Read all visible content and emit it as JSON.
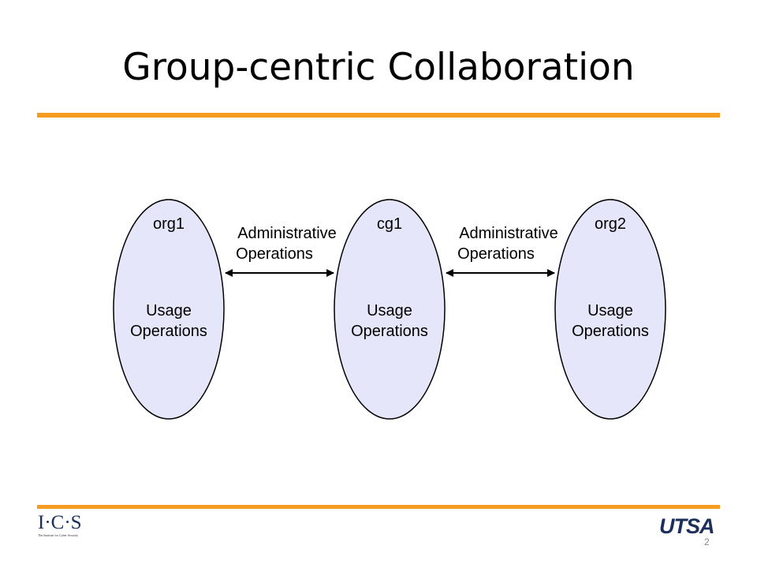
{
  "slide": {
    "title": "Group-centric Collaboration",
    "page_number": "2",
    "accent_color": "#F39C1F"
  },
  "diagram": {
    "nodes": [
      {
        "id": "org1",
        "label": "org1",
        "body_line1": "Usage",
        "body_line2": "Operations"
      },
      {
        "id": "cg1",
        "label": "cg1",
        "body_line1": "Usage",
        "body_line2": "Operations"
      },
      {
        "id": "org2",
        "label": "org2",
        "body_line1": "Usage",
        "body_line2": "Operations"
      }
    ],
    "edges": [
      {
        "from": "org1",
        "to": "cg1",
        "label_line1": "Administrative",
        "label_line2": "Operations",
        "direction": "bidirectional"
      },
      {
        "from": "cg1",
        "to": "org2",
        "label_line1": "Administrative",
        "label_line2": "Operations",
        "direction": "bidirectional"
      }
    ],
    "node_fill": "#E6E6FA",
    "stroke_color": "#000000"
  },
  "footer": {
    "left_logo": {
      "letters": "I·C·S",
      "tagline": "The Institute for Cyber Security",
      "color": "#1b2f5c"
    },
    "right_logo": {
      "letters": "UTSA",
      "color": "#1b2f5c"
    }
  }
}
